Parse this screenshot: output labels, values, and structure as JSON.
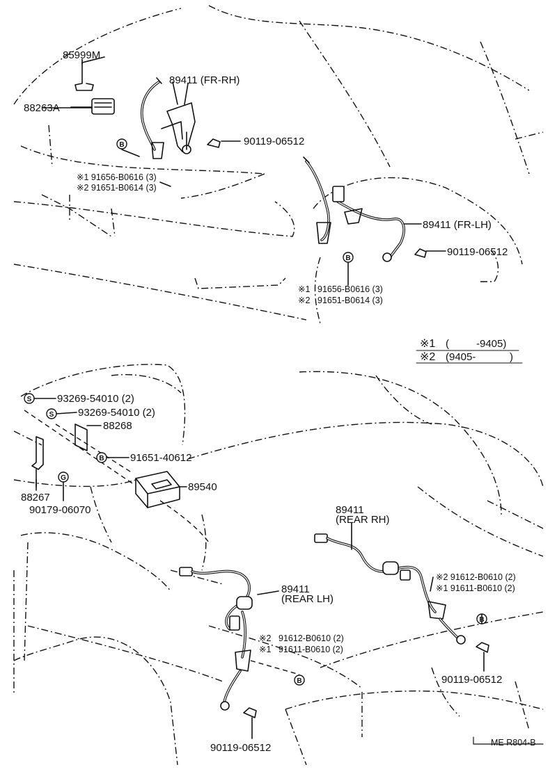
{
  "front": {
    "p85999m": "85999M",
    "p88263a": "88263A",
    "p89411_frrh": "89411 (FR-RH)",
    "p90119_a": "90119-06512",
    "badge_b1": "B",
    "note1_a": "※1 91656-B0616 (3)",
    "note2_a": "※2 91651-B0614 (3)",
    "p89411_frlh": "89411 (FR-LH)",
    "p90119_b": "90119-06512",
    "badge_b2": "B",
    "note1_b_mark": "※1",
    "note1_b": "91656-B0616 (3)",
    "note2_b_mark": "※2",
    "note2_b": "91651-B0614 (3)"
  },
  "legend": {
    "mark1": "※1",
    "range1_open": "(",
    "range1_val": "-9405)",
    "mark2": "※2",
    "range2_val": "(9405-",
    "range2_close": ")"
  },
  "rear": {
    "badge_s1": "S",
    "p93269_a": "93269-54010 (2)",
    "badge_s2": "S",
    "p93269_b": "93269-54010 (2)",
    "p88268": "88268",
    "badge_b3": "B",
    "p91651_40612": "91651-40612",
    "p89540": "89540",
    "p88267": "88267",
    "badge_g": "G",
    "p90179": "90179-06070",
    "p89411_rearrh_1": "89411",
    "p89411_rearrh_2": "(REAR RH)",
    "note_rh2": "※2 91612-B0610 (2)",
    "note_rh1": "※1 91611-B0610 (2)",
    "badge_b4": "B",
    "p90119_c": "90119-06512",
    "p89411_rearlh_1": "89411",
    "p89411_rearlh_2": "(REAR LH)",
    "note_lh2_mark": "※2",
    "note_lh2": "91612-B0610 (2)",
    "note_lh1_mark": "※1",
    "note_lh1": "91611-B0610 (2)",
    "badge_b5": "B",
    "p90119_d": "90119-06512",
    "code": "ME R804-B"
  }
}
